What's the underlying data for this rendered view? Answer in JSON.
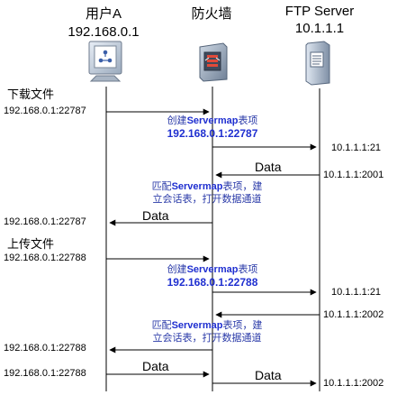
{
  "header": {
    "user": {
      "name": "用户A",
      "ip": "192.168.0.1"
    },
    "firewall": {
      "name": "防火墙"
    },
    "server": {
      "name": "FTP Server",
      "ip": "10.1.1.1"
    }
  },
  "download": {
    "title": "下载文件",
    "client_port": "192.168.0.1:22787",
    "note_create": {
      "prefix": "创建",
      "keyword": "Servermap",
      "suffix": "表项",
      "value": "192.168.0.1:22787"
    },
    "server_ctrl": "10.1.1.1:21",
    "data_label": "Data",
    "server_data": "10.1.1.1:2001",
    "note_match": {
      "prefix": "匹配",
      "keyword": "Servermap",
      "suffix": "表项，建",
      "line2": "立会话表，打开数据通道"
    },
    "client_port_return": "192.168.0.1:22787",
    "data_return": "Data"
  },
  "upload": {
    "title": "上传文件",
    "client_port": "192.168.0.1:22788",
    "note_create": {
      "prefix": "创建",
      "keyword": "Servermap",
      "suffix": "表项",
      "value": "192.168.0.1:22788"
    },
    "server_ctrl": "10.1.1.1:21",
    "server_data": "10.1.1.1:2002",
    "note_match": {
      "prefix": "匹配",
      "keyword": "Servermap",
      "suffix": "表项，建",
      "line2": "立会话表，打开数据通道"
    },
    "client_port_return": "192.168.0.1:22788",
    "client_port_send": "192.168.0.1:22788",
    "data_send": "Data",
    "data_forward": "Data",
    "server_data_final": "10.1.1.1:2002"
  },
  "colors": {
    "line": "#000000",
    "note": "#2a3aa8",
    "keyword": "#1f2fd0"
  }
}
